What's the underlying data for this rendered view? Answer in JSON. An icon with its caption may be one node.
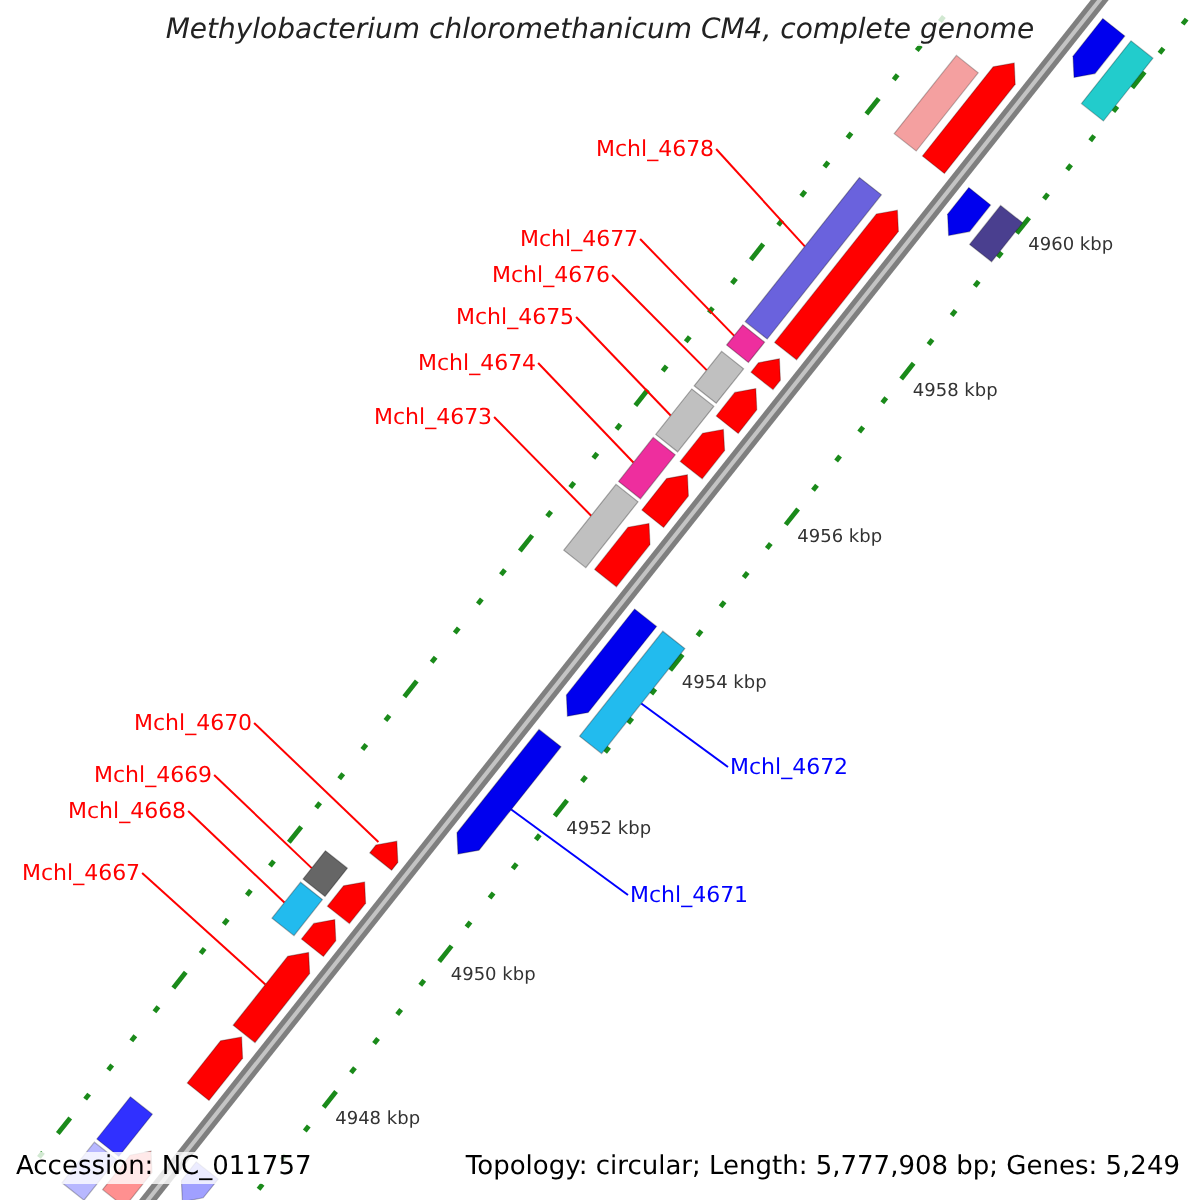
{
  "diagram": {
    "title": "Methylobacterium chloromethanicum CM4, complete genome",
    "nodes": [
      {
        "text": [
          "Mchl_4678"
        ]
      },
      {
        "text": [
          "Mchl_4677"
        ]
      },
      {
        "text": [
          "Mchl_4676"
        ]
      },
      {
        "text": [
          "Mchl_4675"
        ]
      },
      {
        "text": [
          "Mchl_4674"
        ]
      },
      {
        "text": [
          "Mchl_4673"
        ]
      },
      {
        "text": [
          "Mchl_4670"
        ]
      },
      {
        "text": [
          "Mchl_4672"
        ]
      },
      {
        "text": [
          "Mchl_4669"
        ]
      },
      {
        "text": [
          "Mchl_4668"
        ]
      },
      {
        "text": [
          "Mchl_4667"
        ]
      },
      {
        "text": [
          "Mchl_4671"
        ]
      },
      {
        "text": [],
        "shape": "bar"
      },
      {
        "text": [],
        "shape": "bar"
      },
      {
        "text": [],
        "shape": "bar"
      },
      {
        "text": [],
        "shape": "bar"
      },
      {
        "text": [],
        "shape": "bar"
      },
      {
        "text": [],
        "shape": "bar"
      },
      {
        "text": [],
        "shape": "bar"
      },
      {
        "text": [],
        "shape": "bar"
      },
      {
        "text": [],
        "shape": "bar"
      },
      {
        "text": [],
        "shape": "bar"
      },
      {
        "text": [],
        "shape": "bar"
      },
      {
        "text": [],
        "shape": "bar"
      }
    ],
    "edges": [
      {
        "from": 0,
        "to": 12,
        "arrow": "none"
      },
      {
        "from": 1,
        "to": 13,
        "arrow": "none"
      },
      {
        "from": 2,
        "to": 14,
        "arrow": "none"
      },
      {
        "from": 3,
        "to": 15,
        "arrow": "none"
      },
      {
        "from": 4,
        "to": 16,
        "arrow": "none"
      },
      {
        "from": 5,
        "to": 17,
        "arrow": "none"
      },
      {
        "from": 6,
        "to": 18,
        "arrow": "none"
      },
      {
        "from": 7,
        "to": 19,
        "arrow": "none",
        "color": "#0000ff"
      },
      {
        "from": 8,
        "to": 20,
        "arrow": "none"
      },
      {
        "from": 9,
        "to": 21,
        "arrow": "none"
      },
      {
        "from": 10,
        "to": 22,
        "arrow": "none"
      },
      {
        "from": 11,
        "to": 23,
        "arrow": "none",
        "color": "#0000ff"
      }
    ],
    "labels": [
      "4960 kbp",
      "4958 kbp",
      "4956 kbp",
      "4954 kbp",
      "4952 kbp",
      "4950 kbp",
      "4948 kbp",
      "Accession: NC_011757",
      "Topology: circular; Length: 5,777,908 bp; Genes: 5,249"
    ]
  }
}
